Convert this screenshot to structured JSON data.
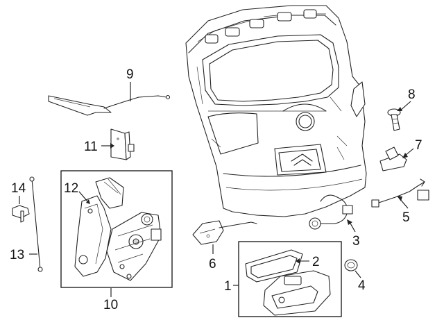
{
  "parts": {
    "p1": "1",
    "p2": "2",
    "p3": "3",
    "p4": "4",
    "p5": "5",
    "p6": "6",
    "p7": "7",
    "p8": "8",
    "p9": "9",
    "p10": "10",
    "p11": "11",
    "p12": "12",
    "p13": "13",
    "p14": "14"
  }
}
